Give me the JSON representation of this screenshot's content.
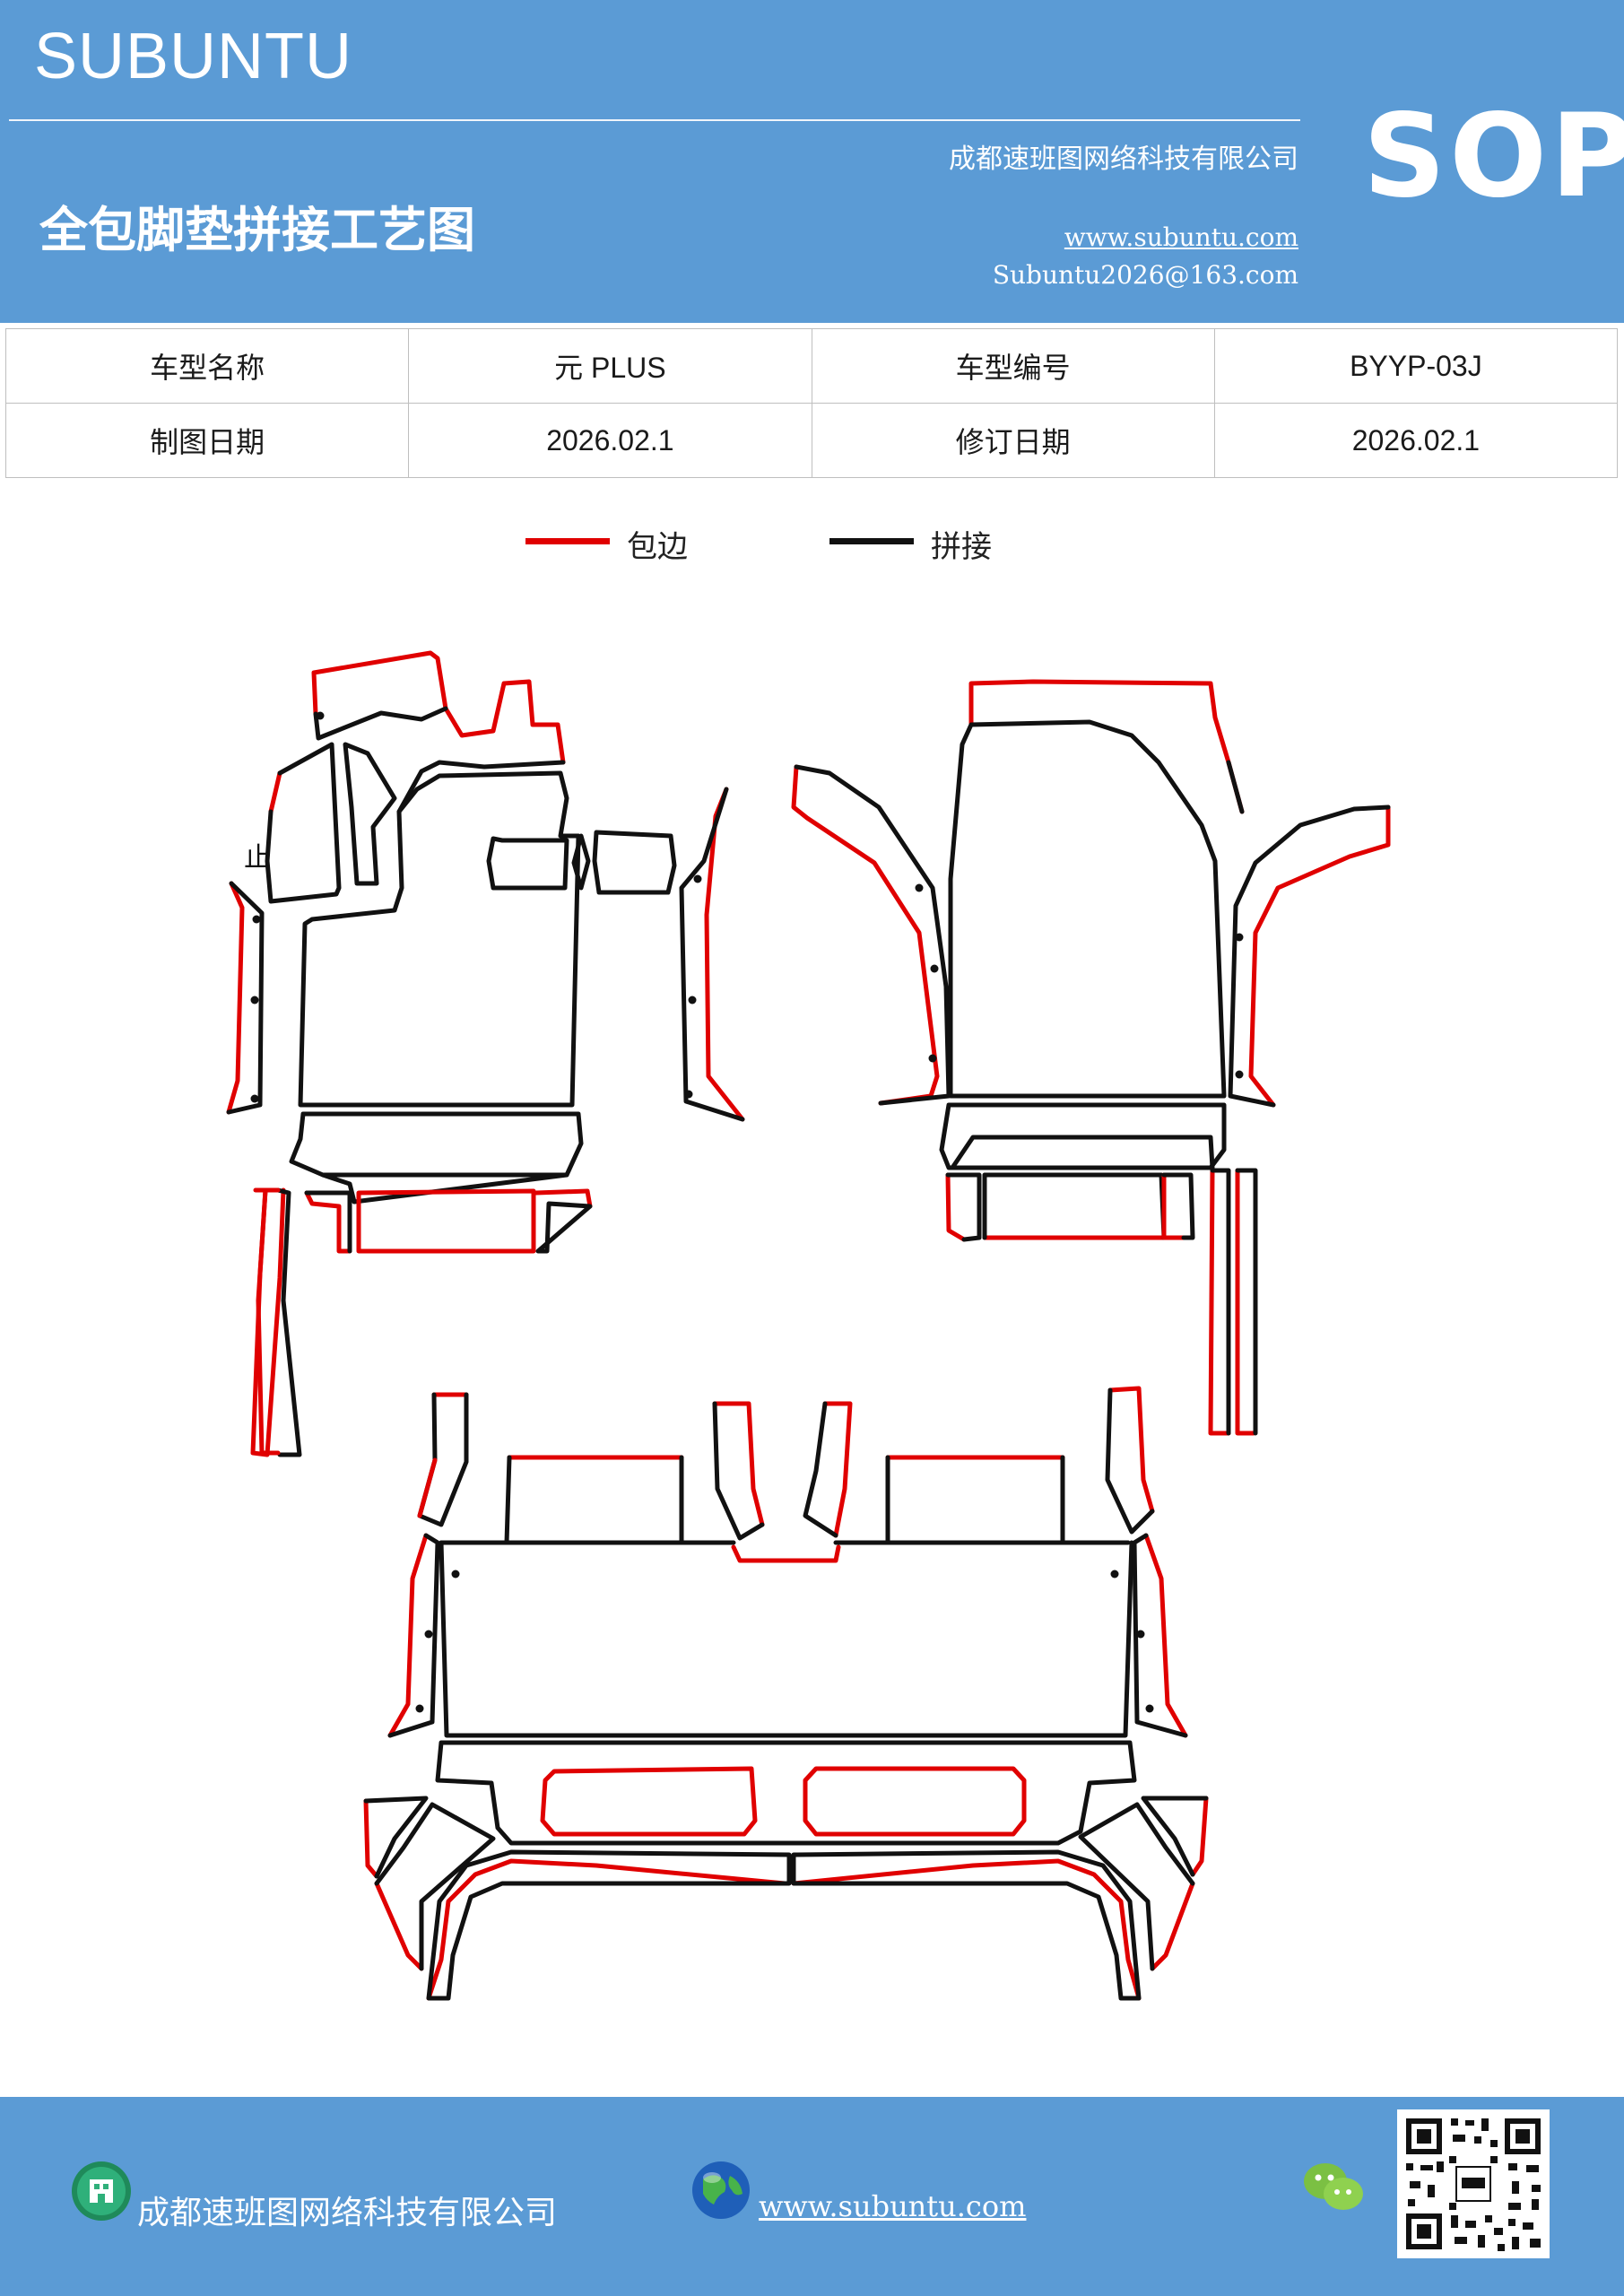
{
  "header": {
    "brand": "SUBUNTU",
    "title": "全包脚垫拼接工艺图",
    "company": "成都速班图网络科技有限公司",
    "website": "www.subuntu.com",
    "email": "Subuntu2026@163.com",
    "badge": "SOP"
  },
  "info_table": {
    "row1": {
      "label1": "车型名称",
      "value1": "元 PLUS",
      "label2": "车型编号",
      "value2": "BYYP-03J"
    },
    "row2": {
      "label1": "制图日期",
      "value1": "2026.02.1",
      "label2": "修订日期",
      "value2": "2026.02.1"
    }
  },
  "legend": {
    "items": [
      {
        "label": "包边",
        "color": "#e00000"
      },
      {
        "label": "拼接",
        "color": "#111111"
      }
    ]
  },
  "diagram": {
    "marker": "止"
  },
  "footer": {
    "company": "成都速班图网络科技有限公司",
    "website": "www.subuntu.com",
    "icons": [
      "building-icon",
      "globe-icon",
      "wechat-icon",
      "qr-code"
    ]
  }
}
